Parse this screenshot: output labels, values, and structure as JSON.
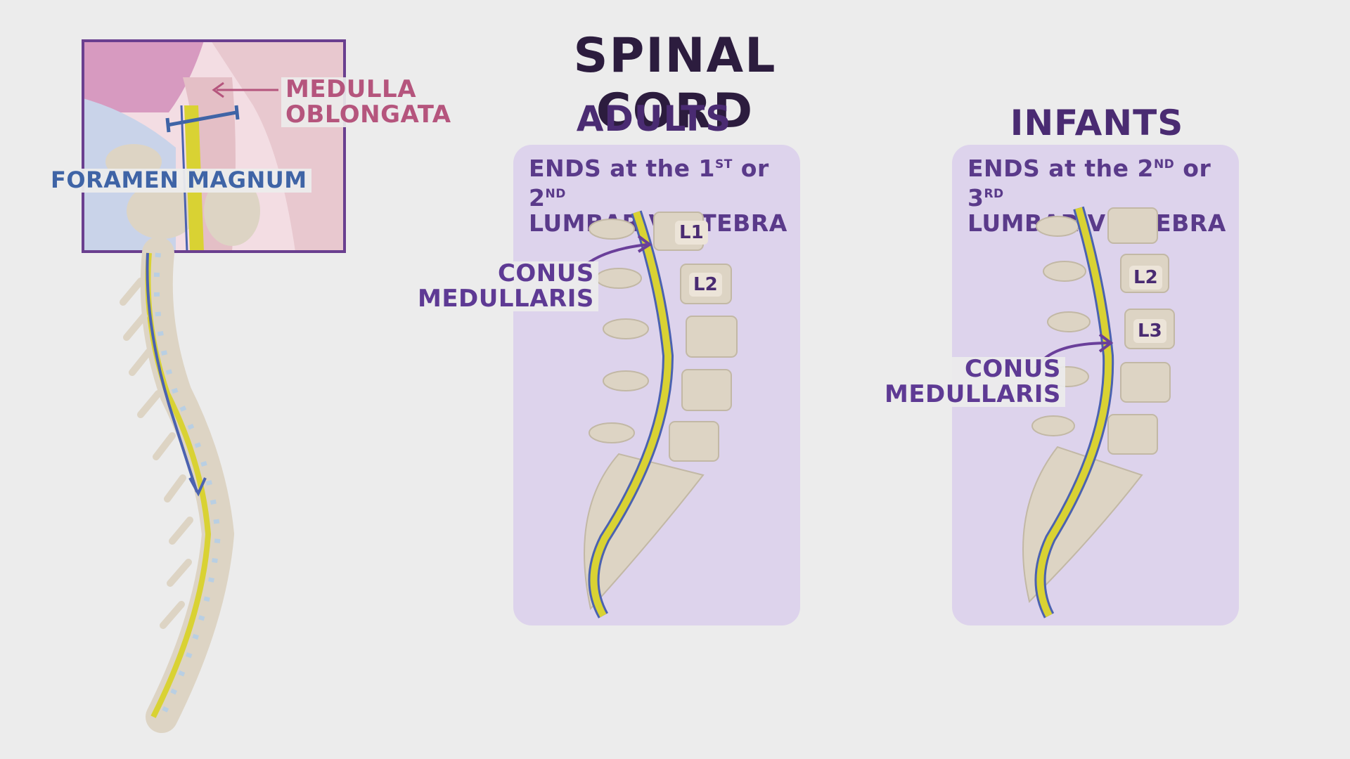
{
  "title": "SPINAL CORD",
  "inset": {
    "label_medulla_line1": "MEDULLA",
    "label_medulla_line2": "OBLONGATA",
    "label_foramen": "FORAMEN MAGNUM"
  },
  "adults": {
    "heading": "ADULTS",
    "caption_part1": "ENDS at the 1",
    "caption_sup1": "ST",
    "caption_part2": " or 2",
    "caption_sup2": "ND",
    "caption_line2": "LUMBAR VERTEBRA",
    "vertebra_labels": [
      "L1",
      "L2"
    ],
    "conus_line1": "CONUS",
    "conus_line2": "MEDULLARIS"
  },
  "infants": {
    "heading": "INFANTS",
    "caption_part1": "ENDS at the  2",
    "caption_sup1": "ND",
    "caption_part2": " or 3",
    "caption_sup2": "RD",
    "caption_line2": "LUMBAR VERTEBRA",
    "vertebra_labels": [
      "L2",
      "L3"
    ],
    "conus_line1": "CONUS",
    "conus_line2": "MEDULLARIS"
  },
  "colors": {
    "background": "#ececec",
    "panel": "#ddd3ec",
    "cord": "#d9d233",
    "bone": "#ddd4c4",
    "nerve_blue": "#4b62b0",
    "heading_dark": "#2c1c3e",
    "heading_purple": "#4a2b72",
    "label_pink": "#b5557d",
    "label_blue": "#3f64a6"
  }
}
